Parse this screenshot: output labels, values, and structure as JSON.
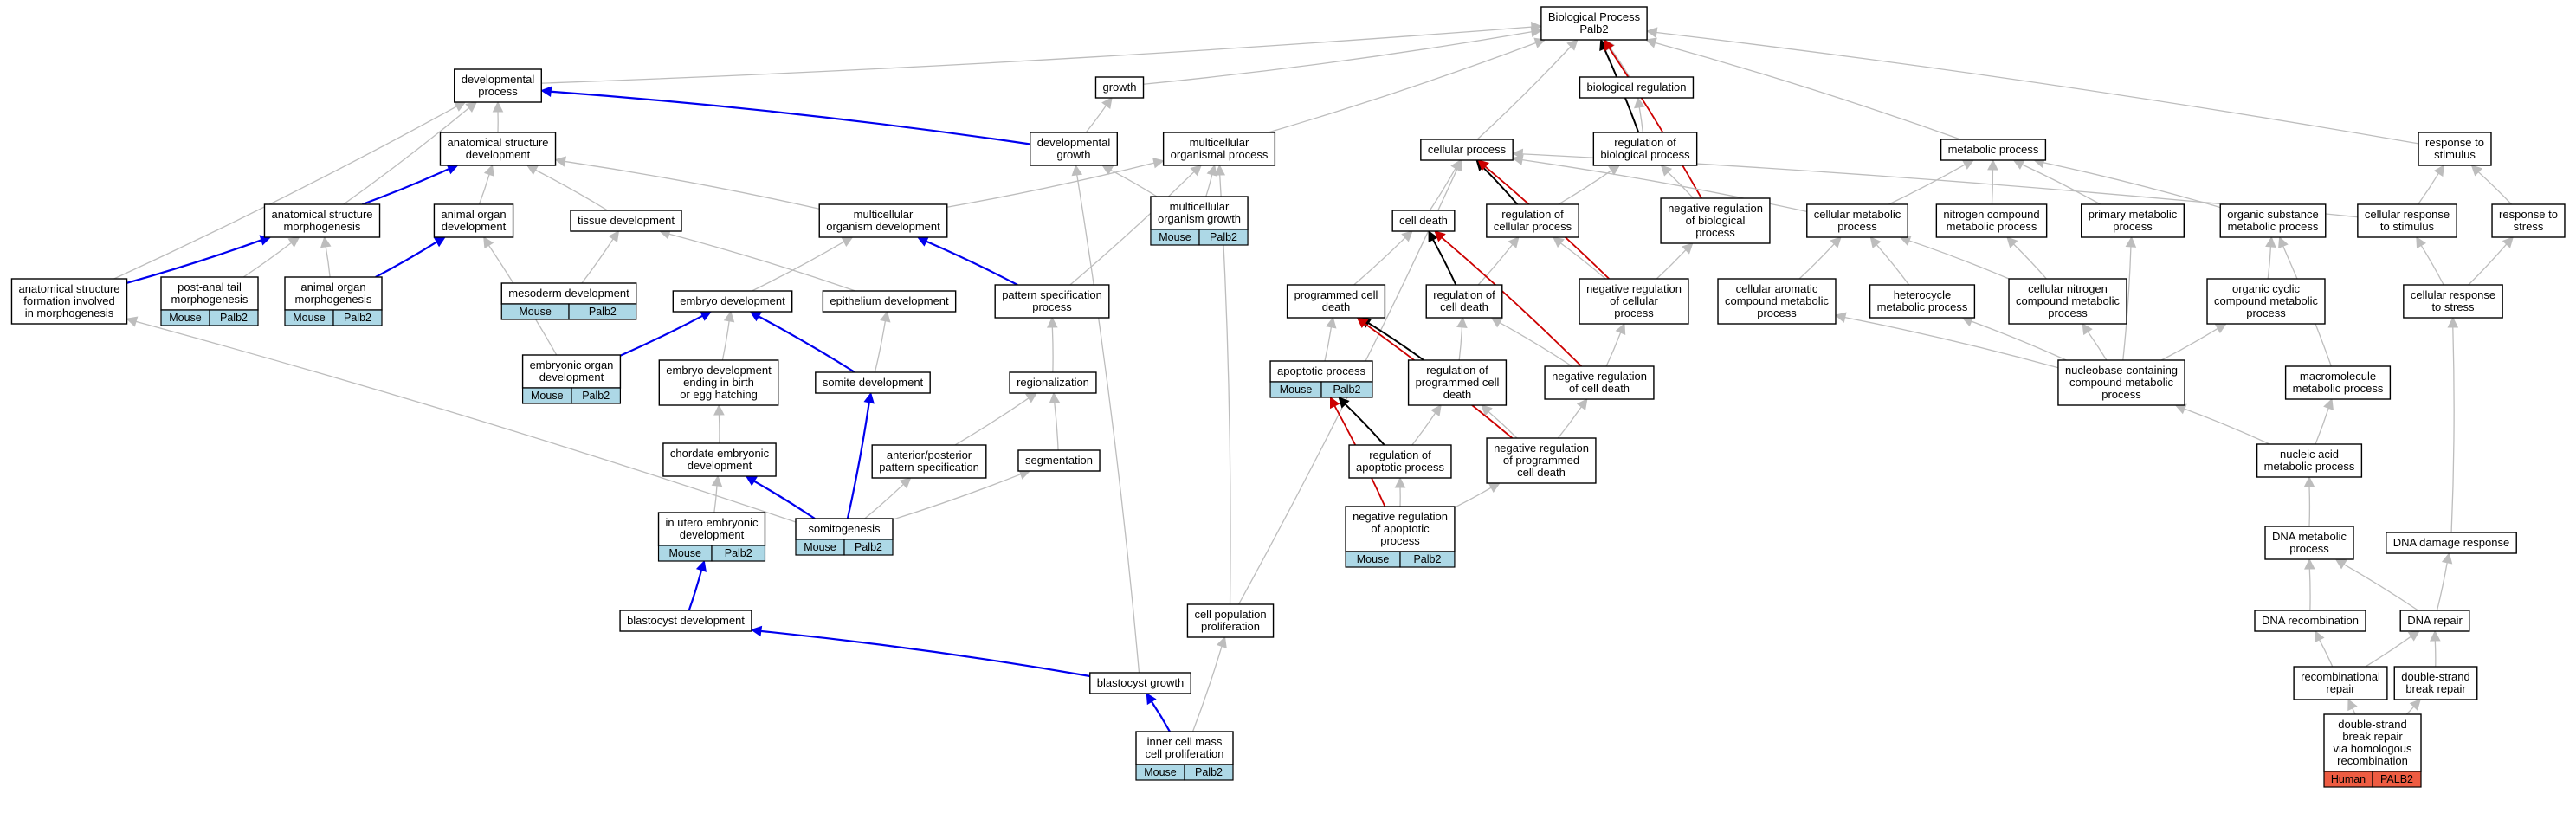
{
  "colors": {
    "is_a": "#bdbdbd",
    "part_of": "#0000ee",
    "regulates": "#000000",
    "negatively_regulates": "#cc0000",
    "mouse_annotation": "#add8e6",
    "human_annotation": "#ee5c42"
  },
  "nodes": {
    "bp": {
      "lines": [
        "Biological Process",
        "Palb2"
      ]
    },
    "devproc": {
      "lines": [
        "developmental",
        "process"
      ]
    },
    "growth": {
      "lines": [
        "growth"
      ]
    },
    "bioreg": {
      "lines": [
        "biological regulation"
      ]
    },
    "asd": {
      "lines": [
        "anatomical structure",
        "development"
      ]
    },
    "devgrowth": {
      "lines": [
        "developmental",
        "growth"
      ]
    },
    "mop": {
      "lines": [
        "multicellular",
        "organismal process"
      ]
    },
    "cellproc": {
      "lines": [
        "cellular process"
      ]
    },
    "regbp": {
      "lines": [
        "regulation of",
        "biological process"
      ]
    },
    "metproc": {
      "lines": [
        "metabolic process"
      ]
    },
    "resp": {
      "lines": [
        "response to",
        "stimulus"
      ]
    },
    "asm": {
      "lines": [
        "anatomical structure",
        "morphogenesis"
      ]
    },
    "aod": {
      "lines": [
        "animal organ",
        "development"
      ]
    },
    "tissue": {
      "lines": [
        "tissue development"
      ]
    },
    "mod": {
      "lines": [
        "multicellular",
        "organism development"
      ]
    },
    "mog": {
      "lines": [
        "multicellular",
        "organism growth"
      ],
      "annotation": [
        "Mouse",
        "Palb2"
      ]
    },
    "celldeath": {
      "lines": [
        "cell death"
      ]
    },
    "regcp": {
      "lines": [
        "regulation of",
        "cellular process"
      ]
    },
    "negregbp": {
      "lines": [
        "negative regulation",
        "of biological",
        "process"
      ]
    },
    "cmp": {
      "lines": [
        "cellular metabolic",
        "process"
      ]
    },
    "ncmp": {
      "lines": [
        "nitrogen compound",
        "metabolic process"
      ]
    },
    "pmp": {
      "lines": [
        "primary metabolic",
        "process"
      ]
    },
    "osmp": {
      "lines": [
        "organic substance",
        "metabolic process"
      ]
    },
    "crs": {
      "lines": [
        "cellular response",
        "to stimulus"
      ]
    },
    "rts": {
      "lines": [
        "response to",
        "stress"
      ]
    },
    "asfm": {
      "lines": [
        "anatomical structure",
        "formation involved",
        "in morphogenesis"
      ]
    },
    "patm": {
      "lines": [
        "post-anal tail",
        "morphogenesis"
      ],
      "annotation": [
        "Mouse",
        "Palb2"
      ]
    },
    "aom": {
      "lines": [
        "animal organ",
        "morphogenesis"
      ],
      "annotation": [
        "Mouse",
        "Palb2"
      ]
    },
    "mesod": {
      "lines": [
        "mesoderm development"
      ],
      "annotation": [
        "Mouse",
        "Palb2"
      ]
    },
    "embryo": {
      "lines": [
        "embryo development"
      ]
    },
    "epith": {
      "lines": [
        "epithelium development"
      ]
    },
    "psp": {
      "lines": [
        "pattern specification",
        "process"
      ]
    },
    "pcd": {
      "lines": [
        "programmed cell",
        "death"
      ]
    },
    "regcd": {
      "lines": [
        "regulation of",
        "cell death"
      ]
    },
    "negregcp": {
      "lines": [
        "negative regulation",
        "of cellular",
        "process"
      ]
    },
    "cacmp": {
      "lines": [
        "cellular aromatic",
        "compound metabolic",
        "process"
      ]
    },
    "hmp": {
      "lines": [
        "heterocycle",
        "metabolic process"
      ]
    },
    "cncmp": {
      "lines": [
        "cellular nitrogen",
        "compound metabolic",
        "process"
      ]
    },
    "occmp": {
      "lines": [
        "organic cyclic",
        "compound metabolic",
        "process"
      ]
    },
    "crstress": {
      "lines": [
        "cellular response",
        "to stress"
      ]
    },
    "eod": {
      "lines": [
        "embryonic organ",
        "development"
      ],
      "annotation": [
        "Mouse",
        "Palb2"
      ]
    },
    "edeb": {
      "lines": [
        "embryo development",
        "ending in birth",
        "or egg hatching"
      ]
    },
    "somite": {
      "lines": [
        "somite development"
      ]
    },
    "regionaliz": {
      "lines": [
        "regionalization"
      ]
    },
    "apopt": {
      "lines": [
        "apoptotic process"
      ],
      "annotation": [
        "Mouse",
        "Palb2"
      ]
    },
    "regpcd": {
      "lines": [
        "regulation of",
        "programmed cell",
        "death"
      ]
    },
    "negregcd": {
      "lines": [
        "negative regulation",
        "of cell death"
      ]
    },
    "nccmp": {
      "lines": [
        "nucleobase-containing",
        "compound metabolic",
        "process"
      ]
    },
    "mmp": {
      "lines": [
        "macromolecule",
        "metabolic process"
      ]
    },
    "chordate": {
      "lines": [
        "chordate embryonic",
        "development"
      ]
    },
    "apps": {
      "lines": [
        "anterior/posterior",
        "pattern specification"
      ]
    },
    "segment": {
      "lines": [
        "segmentation"
      ]
    },
    "regapop": {
      "lines": [
        "regulation of",
        "apoptotic process"
      ]
    },
    "negregpcd": {
      "lines": [
        "negative regulation",
        "of programmed",
        "cell death"
      ]
    },
    "namp": {
      "lines": [
        "nucleic acid",
        "metabolic process"
      ]
    },
    "inutero": {
      "lines": [
        "in utero embryonic",
        "development"
      ],
      "annotation": [
        "Mouse",
        "Palb2"
      ]
    },
    "somitogen": {
      "lines": [
        "somitogenesis"
      ],
      "annotation": [
        "Mouse",
        "Palb2"
      ]
    },
    "negregapop": {
      "lines": [
        "negative regulation",
        "of apoptotic",
        "process"
      ],
      "annotation": [
        "Mouse",
        "Palb2"
      ]
    },
    "dnamp": {
      "lines": [
        "DNA metabolic",
        "process"
      ]
    },
    "dnadr": {
      "lines": [
        "DNA damage response"
      ]
    },
    "blastdev": {
      "lines": [
        "blastocyst development"
      ]
    },
    "cellpop": {
      "lines": [
        "cell population",
        "proliferation"
      ]
    },
    "dnarecomb": {
      "lines": [
        "DNA recombination"
      ]
    },
    "dnarepair": {
      "lines": [
        "DNA repair"
      ]
    },
    "blastgrowth": {
      "lines": [
        "blastocyst growth"
      ]
    },
    "recombrep": {
      "lines": [
        "recombinational",
        "repair"
      ]
    },
    "dsbr": {
      "lines": [
        "double-strand",
        "break repair"
      ]
    },
    "icm": {
      "lines": [
        "inner cell mass",
        "cell proliferation"
      ],
      "annotation": [
        "Mouse",
        "Palb2"
      ]
    },
    "dsbrhr": {
      "lines": [
        "double-strand",
        "break repair",
        "via homologous",
        "recombination"
      ],
      "annotation": [
        "Human",
        "PALB2"
      ],
      "annotation_species": "human"
    }
  },
  "edges": [
    [
      "devproc",
      "bp",
      "is_a"
    ],
    [
      "growth",
      "bp",
      "is_a"
    ],
    [
      "bioreg",
      "bp",
      "is_a"
    ],
    [
      "mop",
      "bp",
      "is_a"
    ],
    [
      "cellproc",
      "bp",
      "is_a"
    ],
    [
      "regbp",
      "bp",
      "regulates"
    ],
    [
      "negregbp",
      "bp",
      "negatively_regulates"
    ],
    [
      "metproc",
      "bp",
      "is_a"
    ],
    [
      "resp",
      "bp",
      "is_a"
    ],
    [
      "asd",
      "devproc",
      "is_a"
    ],
    [
      "devgrowth",
      "devproc",
      "part_of"
    ],
    [
      "devgrowth",
      "growth",
      "is_a"
    ],
    [
      "asm",
      "devproc",
      "is_a"
    ],
    [
      "asfm",
      "devproc",
      "is_a"
    ],
    [
      "mod",
      "mop",
      "is_a"
    ],
    [
      "mod",
      "asd",
      "is_a"
    ],
    [
      "asm",
      "asd",
      "part_of"
    ],
    [
      "aod",
      "asd",
      "is_a"
    ],
    [
      "tissue",
      "asd",
      "is_a"
    ],
    [
      "mog",
      "devgrowth",
      "is_a"
    ],
    [
      "mog",
      "mop",
      "is_a"
    ],
    [
      "blastgrowth",
      "devgrowth",
      "is_a"
    ],
    [
      "regbp",
      "bioreg",
      "is_a"
    ],
    [
      "regcp",
      "regbp",
      "is_a"
    ],
    [
      "regcp",
      "cellproc",
      "regulates"
    ],
    [
      "negregbp",
      "regbp",
      "is_a"
    ],
    [
      "negregcp",
      "regcp",
      "is_a"
    ],
    [
      "negregcp",
      "negregbp",
      "is_a"
    ],
    [
      "negregcp",
      "cellproc",
      "negatively_regulates"
    ],
    [
      "celldeath",
      "cellproc",
      "is_a"
    ],
    [
      "cellpop",
      "cellproc",
      "is_a"
    ],
    [
      "cmp",
      "metproc",
      "is_a"
    ],
    [
      "cmp",
      "cellproc",
      "is_a"
    ],
    [
      "ncmp",
      "metproc",
      "is_a"
    ],
    [
      "pmp",
      "metproc",
      "is_a"
    ],
    [
      "osmp",
      "metproc",
      "is_a"
    ],
    [
      "crs",
      "resp",
      "is_a"
    ],
    [
      "crs",
      "cellproc",
      "is_a"
    ],
    [
      "rts",
      "resp",
      "is_a"
    ],
    [
      "asfm",
      "asm",
      "part_of"
    ],
    [
      "patm",
      "asm",
      "is_a"
    ],
    [
      "aom",
      "asm",
      "is_a"
    ],
    [
      "aom",
      "aod",
      "part_of"
    ],
    [
      "eod",
      "aod",
      "is_a"
    ],
    [
      "mesod",
      "tissue",
      "is_a"
    ],
    [
      "epith",
      "tissue",
      "is_a"
    ],
    [
      "embryo",
      "mod",
      "is_a"
    ],
    [
      "psp",
      "mod",
      "part_of"
    ],
    [
      "psp",
      "mop",
      "is_a"
    ],
    [
      "pcd",
      "celldeath",
      "is_a"
    ],
    [
      "regcd",
      "celldeath",
      "regulates"
    ],
    [
      "regcd",
      "regcp",
      "is_a"
    ],
    [
      "negregcd",
      "regcd",
      "is_a"
    ],
    [
      "negregcd",
      "negregcp",
      "is_a"
    ],
    [
      "negregcd",
      "celldeath",
      "negatively_regulates"
    ],
    [
      "cacmp",
      "cmp",
      "is_a"
    ],
    [
      "hmp",
      "cmp",
      "is_a"
    ],
    [
      "cncmp",
      "cmp",
      "is_a"
    ],
    [
      "cncmp",
      "ncmp",
      "is_a"
    ],
    [
      "occmp",
      "osmp",
      "is_a"
    ],
    [
      "crstress",
      "crs",
      "is_a"
    ],
    [
      "crstress",
      "rts",
      "is_a"
    ],
    [
      "eod",
      "embryo",
      "part_of"
    ],
    [
      "edeb",
      "embryo",
      "is_a"
    ],
    [
      "somite",
      "embryo",
      "part_of"
    ],
    [
      "somite",
      "epith",
      "is_a"
    ],
    [
      "regionaliz",
      "psp",
      "is_a"
    ],
    [
      "apopt",
      "pcd",
      "is_a"
    ],
    [
      "regpcd",
      "pcd",
      "regulates"
    ],
    [
      "regpcd",
      "regcd",
      "is_a"
    ],
    [
      "negregpcd",
      "regpcd",
      "is_a"
    ],
    [
      "negregpcd",
      "negregcd",
      "is_a"
    ],
    [
      "negregpcd",
      "pcd",
      "negatively_regulates"
    ],
    [
      "nccmp",
      "cacmp",
      "is_a"
    ],
    [
      "nccmp",
      "hmp",
      "is_a"
    ],
    [
      "nccmp",
      "cncmp",
      "is_a"
    ],
    [
      "nccmp",
      "pmp",
      "is_a"
    ],
    [
      "nccmp",
      "occmp",
      "is_a"
    ],
    [
      "mmp",
      "osmp",
      "is_a"
    ],
    [
      "chordate",
      "edeb",
      "is_a"
    ],
    [
      "apps",
      "regionaliz",
      "is_a"
    ],
    [
      "segment",
      "regionaliz",
      "is_a"
    ],
    [
      "regapop",
      "apopt",
      "regulates"
    ],
    [
      "regapop",
      "regpcd",
      "is_a"
    ],
    [
      "negregapop",
      "regapop",
      "is_a"
    ],
    [
      "negregapop",
      "negregpcd",
      "is_a"
    ],
    [
      "negregapop",
      "apopt",
      "negatively_regulates"
    ],
    [
      "namp",
      "nccmp",
      "is_a"
    ],
    [
      "namp",
      "mmp",
      "is_a"
    ],
    [
      "inutero",
      "chordate",
      "is_a"
    ],
    [
      "somitogen",
      "chordate",
      "part_of"
    ],
    [
      "somitogen",
      "somite",
      "part_of"
    ],
    [
      "somitogen",
      "apps",
      "is_a"
    ],
    [
      "somitogen",
      "segment",
      "is_a"
    ],
    [
      "somitogen",
      "asfm",
      "is_a"
    ],
    [
      "dnamp",
      "namp",
      "is_a"
    ],
    [
      "dnadr",
      "crstress",
      "is_a"
    ],
    [
      "blastdev",
      "inutero",
      "part_of"
    ],
    [
      "cellpop",
      "mop",
      "is_a"
    ],
    [
      "dnarecomb",
      "dnamp",
      "is_a"
    ],
    [
      "dnarepair",
      "dnamp",
      "is_a"
    ],
    [
      "dnarepair",
      "dnadr",
      "is_a"
    ],
    [
      "blastgrowth",
      "blastdev",
      "part_of"
    ],
    [
      "recombrep",
      "dnarecomb",
      "is_a"
    ],
    [
      "recombrep",
      "dnarepair",
      "is_a"
    ],
    [
      "dsbr",
      "dnarepair",
      "is_a"
    ],
    [
      "icm",
      "blastgrowth",
      "part_of"
    ],
    [
      "icm",
      "cellpop",
      "is_a"
    ],
    [
      "dsbrhr",
      "recombrep",
      "is_a"
    ],
    [
      "dsbrhr",
      "dsbr",
      "is_a"
    ]
  ]
}
